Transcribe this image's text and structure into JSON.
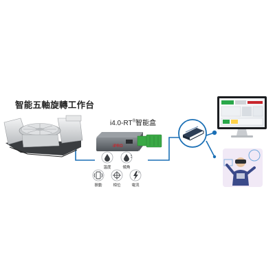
{
  "diagram": {
    "title": "智能五軸旋轉工作台",
    "box": {
      "name": "i4.0-RT",
      "mark": "®",
      "suffix": "智能盒",
      "brand": "iPRO"
    },
    "sensors": [
      {
        "id": "temperature",
        "label": "溫度",
        "icon": "droplet-icon"
      },
      {
        "id": "tilt",
        "label": "傾角",
        "icon": "pressure-icon"
      },
      {
        "id": "vibration",
        "label": "振動",
        "icon": "phone-vibrate-icon"
      },
      {
        "id": "position",
        "label": "相位",
        "icon": "target-icon"
      },
      {
        "id": "current",
        "label": "電流",
        "icon": "lightning-icon"
      }
    ],
    "colors": {
      "connector": "#1a6fb5",
      "node": "#1a6fb5",
      "box_body": "#6e7378",
      "box_terminal": "#3aa845",
      "brand": "#c8252c",
      "turntable": "#d8dadc",
      "turntable_base": "#3a3d40"
    }
  }
}
